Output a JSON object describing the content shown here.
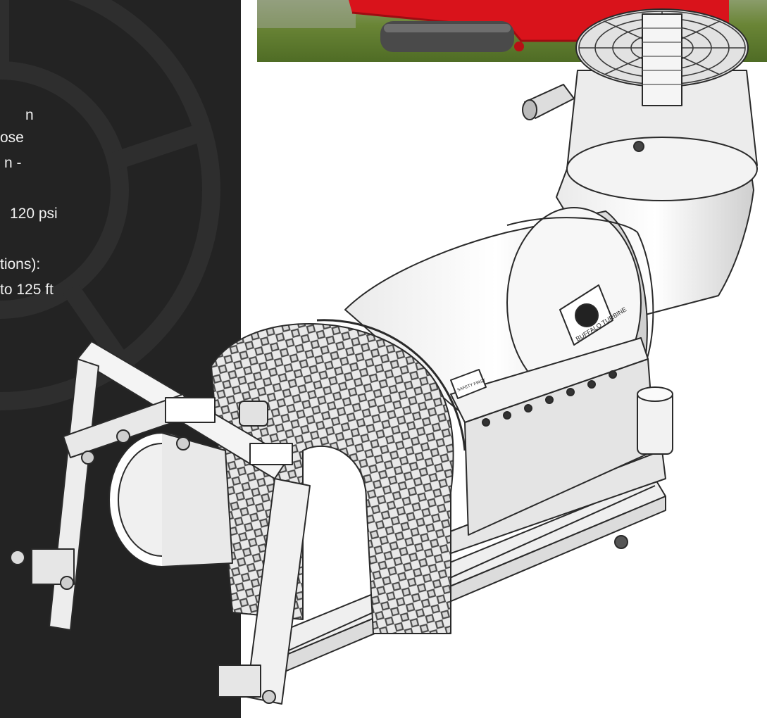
{
  "spec_lines": [
    "n",
    "ose",
    "n -",
    "",
    "120 psi",
    "",
    "tions):",
    "to 125 ft"
  ],
  "colors": {
    "panel_bg": "#232323",
    "panel_text": "#f0f0f0",
    "trailer_red": "#d9131b",
    "grass_green": "#5f7a2e"
  },
  "icons": {
    "watermark": "wheel-watermark-icon",
    "logo": "buffalo-turbine-logo"
  },
  "logo_text": "BUFFALO TURBINE",
  "decal_text": "SAFETY FIRST"
}
